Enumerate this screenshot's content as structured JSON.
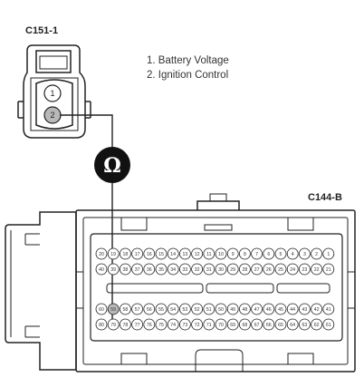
{
  "connector_a": {
    "id": "C151-1",
    "pins": [
      "1",
      "2"
    ]
  },
  "legend": [
    "1. Battery Voltage",
    "2. Ignition Control"
  ],
  "meter_symbol": "Ω",
  "connector_b": {
    "id": "C144-B",
    "row1": [
      "20",
      "19",
      "18",
      "17",
      "16",
      "15",
      "14",
      "13",
      "12",
      "11",
      "10",
      "9",
      "8",
      "7",
      "6",
      "5",
      "4",
      "3",
      "2",
      "1"
    ],
    "row2": [
      "40",
      "39",
      "38",
      "37",
      "36",
      "35",
      "34",
      "33",
      "32",
      "31",
      "30",
      "29",
      "28",
      "27",
      "26",
      "25",
      "24",
      "23",
      "22",
      "21"
    ],
    "row3": [
      "60",
      "59",
      "58",
      "57",
      "56",
      "55",
      "54",
      "53",
      "52",
      "51",
      "50",
      "49",
      "48",
      "47",
      "46",
      "45",
      "44",
      "43",
      "42",
      "41"
    ],
    "row4": [
      "80",
      "79",
      "78",
      "77",
      "76",
      "75",
      "74",
      "73",
      "72",
      "71",
      "70",
      "69",
      "68",
      "67",
      "66",
      "65",
      "64",
      "63",
      "62",
      "61"
    ]
  },
  "colors": {
    "line": "#222222",
    "pin_highlight": "#b8b8b8",
    "meter_fill": "#111111"
  }
}
